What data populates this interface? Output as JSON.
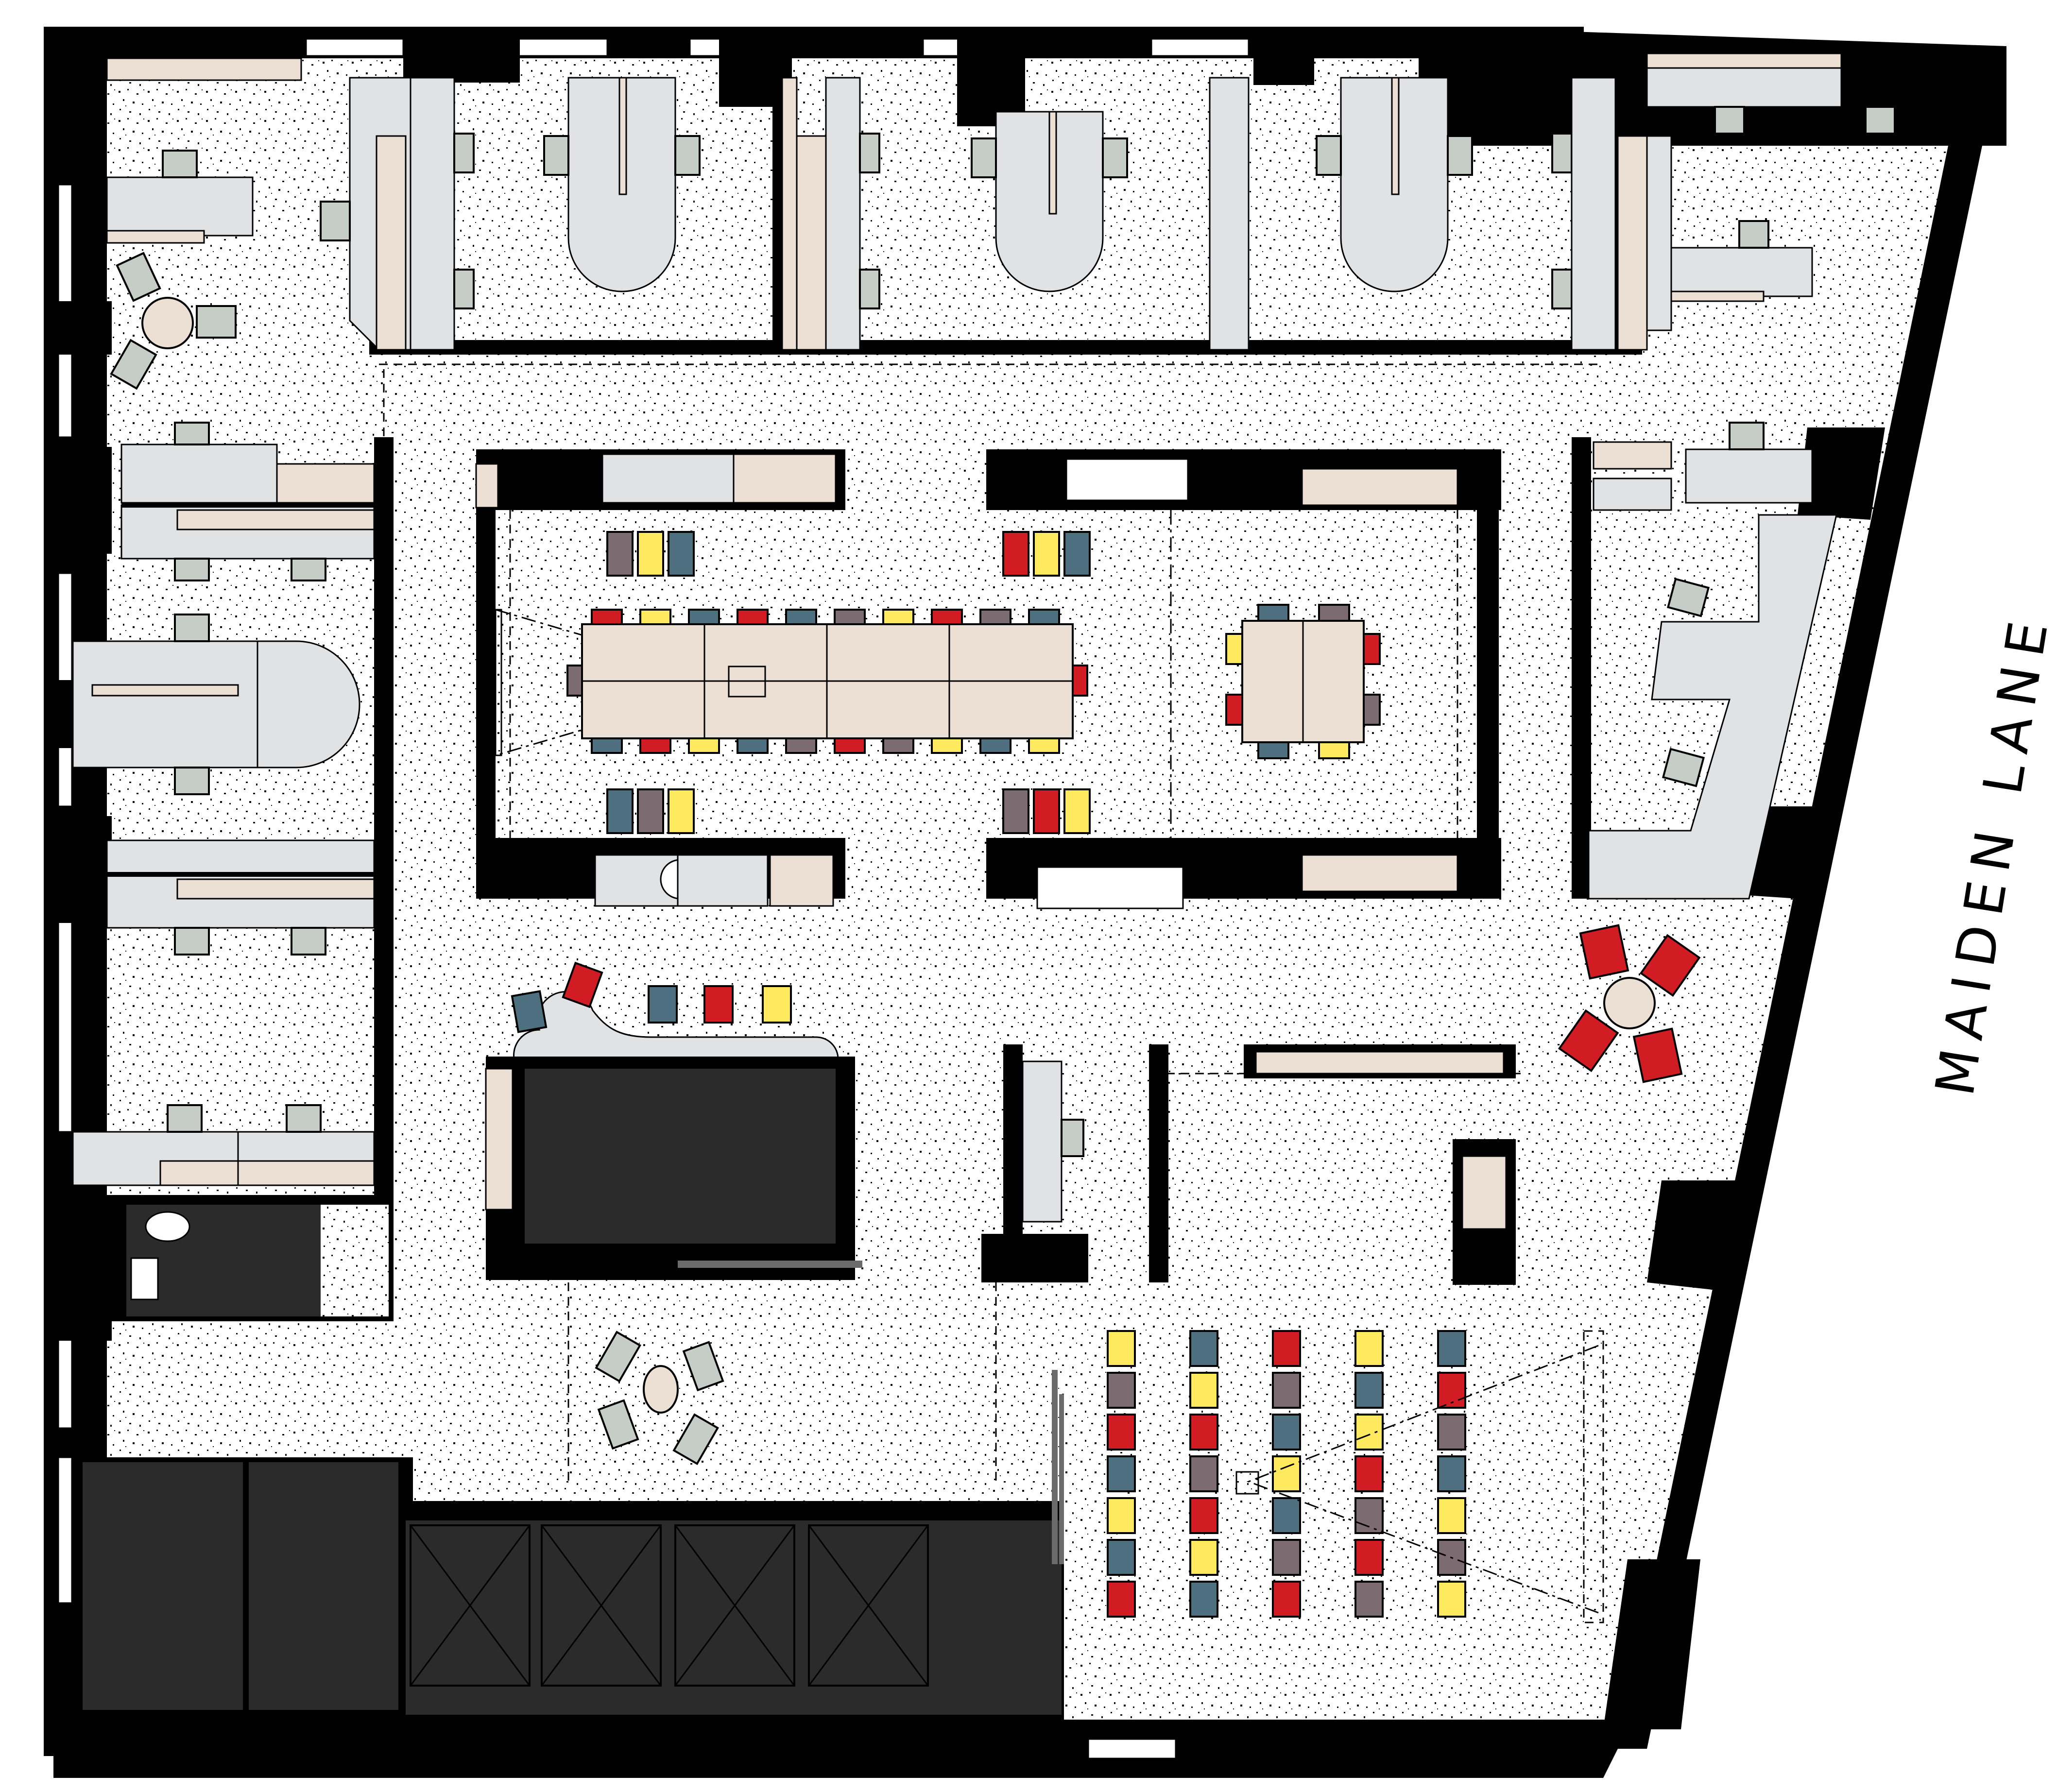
{
  "plan": {
    "type": "office floor plan",
    "street_label": "MAIDEN LANE"
  },
  "colors": {
    "wall": "#000000",
    "core_dark": "#2b2b2b",
    "floor_background": "#ffffff",
    "desk": "#e1e2e4",
    "storage": "#ece0d5",
    "table": "#ece0d5",
    "office_chair": "#c6cdc7",
    "chair_red": "#d21c23",
    "chair_yellow": "#ffe95e",
    "chair_blue": "#4e6f80",
    "chair_mauve": "#7d6b72"
  },
  "zones": [
    {
      "id": "private-offices-top",
      "label": "Private offices (north row)",
      "count": 4
    },
    {
      "id": "open-workstations-west",
      "label": "Open workstations (west)"
    },
    {
      "id": "open-workstations-east",
      "label": "Open workstations (east)"
    },
    {
      "id": "large-conference",
      "label": "Large conference room",
      "seats_at_table": 22,
      "extra_seats": 12
    },
    {
      "id": "small-conference",
      "label": "Small conference room",
      "seats": 8
    },
    {
      "id": "lounge-banquette",
      "label": "Lounge banquette",
      "seats": 5
    },
    {
      "id": "lounge-east",
      "label": "Lounge (east, round table)",
      "seats": 4
    },
    {
      "id": "lounge-south",
      "label": "Lounge (south, round table)",
      "seats": 4
    },
    {
      "id": "training-room",
      "label": "Training / presentation seating",
      "rows": 7,
      "columns": 5
    },
    {
      "id": "restroom",
      "label": "Restroom"
    },
    {
      "id": "elevators",
      "label": "Elevator bank",
      "count": 4
    },
    {
      "id": "stairs",
      "label": "Stair core"
    }
  ],
  "large_conference": {
    "top_row": [
      "red",
      "yellow",
      "blue",
      "red",
      "blue",
      "mauve",
      "yellow",
      "red",
      "mauve",
      "blue"
    ],
    "bottom_row": [
      "blue",
      "red",
      "yellow",
      "blue",
      "mauve",
      "red",
      "mauve",
      "yellow",
      "blue",
      "yellow"
    ],
    "head_left": "mauve",
    "head_right": "red",
    "side_groups": {
      "top_left": [
        "mauve",
        "yellow",
        "blue"
      ],
      "top_right": [
        "red",
        "yellow",
        "blue"
      ],
      "bottom_left": [
        "blue",
        "mauve",
        "yellow"
      ],
      "bottom_right": [
        "mauve",
        "red",
        "yellow"
      ]
    }
  },
  "small_conference": {
    "top": [
      "blue",
      "mauve"
    ],
    "bottom": [
      "blue",
      "yellow"
    ],
    "left": [
      "yellow",
      "red"
    ],
    "right": [
      "red",
      "mauve"
    ]
  },
  "banquette": [
    "blue",
    "red",
    "blue",
    "red",
    "yellow"
  ],
  "training_seats": [
    [
      "yellow",
      "mauve",
      "red",
      "blue",
      "yellow",
      "blue",
      "red"
    ],
    [
      "blue",
      "yellow",
      "red",
      "mauve",
      "red",
      "yellow",
      "blue"
    ],
    [
      "red",
      "mauve",
      "blue",
      "yellow",
      "blue",
      "mauve",
      "red"
    ],
    [
      "yellow",
      "blue",
      "yellow",
      "red",
      "mauve",
      "red",
      "mauve"
    ],
    [
      "blue",
      "red",
      "mauve",
      "blue",
      "yellow",
      "mauve",
      "yellow"
    ]
  ]
}
